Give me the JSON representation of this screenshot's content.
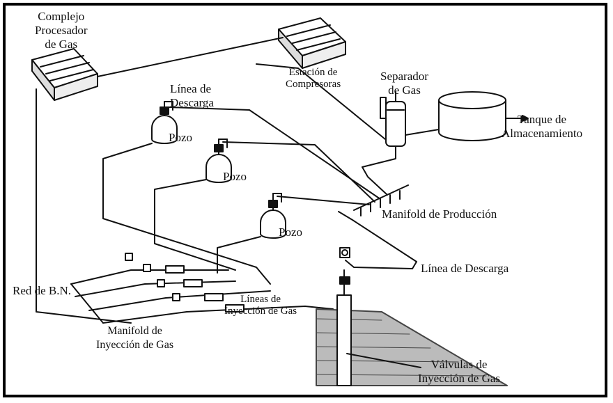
{
  "labels": {
    "complejo": [
      "Complejo",
      "Procesador",
      "de Gas"
    ],
    "estacion": [
      "Estación de",
      "Compresoras"
    ],
    "separador": [
      "Separador",
      "de Gas"
    ],
    "tanque": [
      "Tanque de",
      "Almacenamiento"
    ],
    "linea_descarga_top": [
      "Línea de",
      "Descarga"
    ],
    "pozo_1": "Pozo",
    "pozo_2": "Pozo",
    "pozo_3": "Pozo",
    "manifold_produccion": "Manifold de Producción",
    "linea_descarga_bottom": "Línea de Descarga",
    "red_bn": "Red de B.N.",
    "lineas_inyeccion": [
      "Líneas de",
      "Inyección de Gas"
    ],
    "manifold_inyeccion": [
      "Manifold de",
      "Inyección de Gas"
    ],
    "valvulas": [
      "Válvulas de",
      "Inyección de Gas"
    ]
  }
}
